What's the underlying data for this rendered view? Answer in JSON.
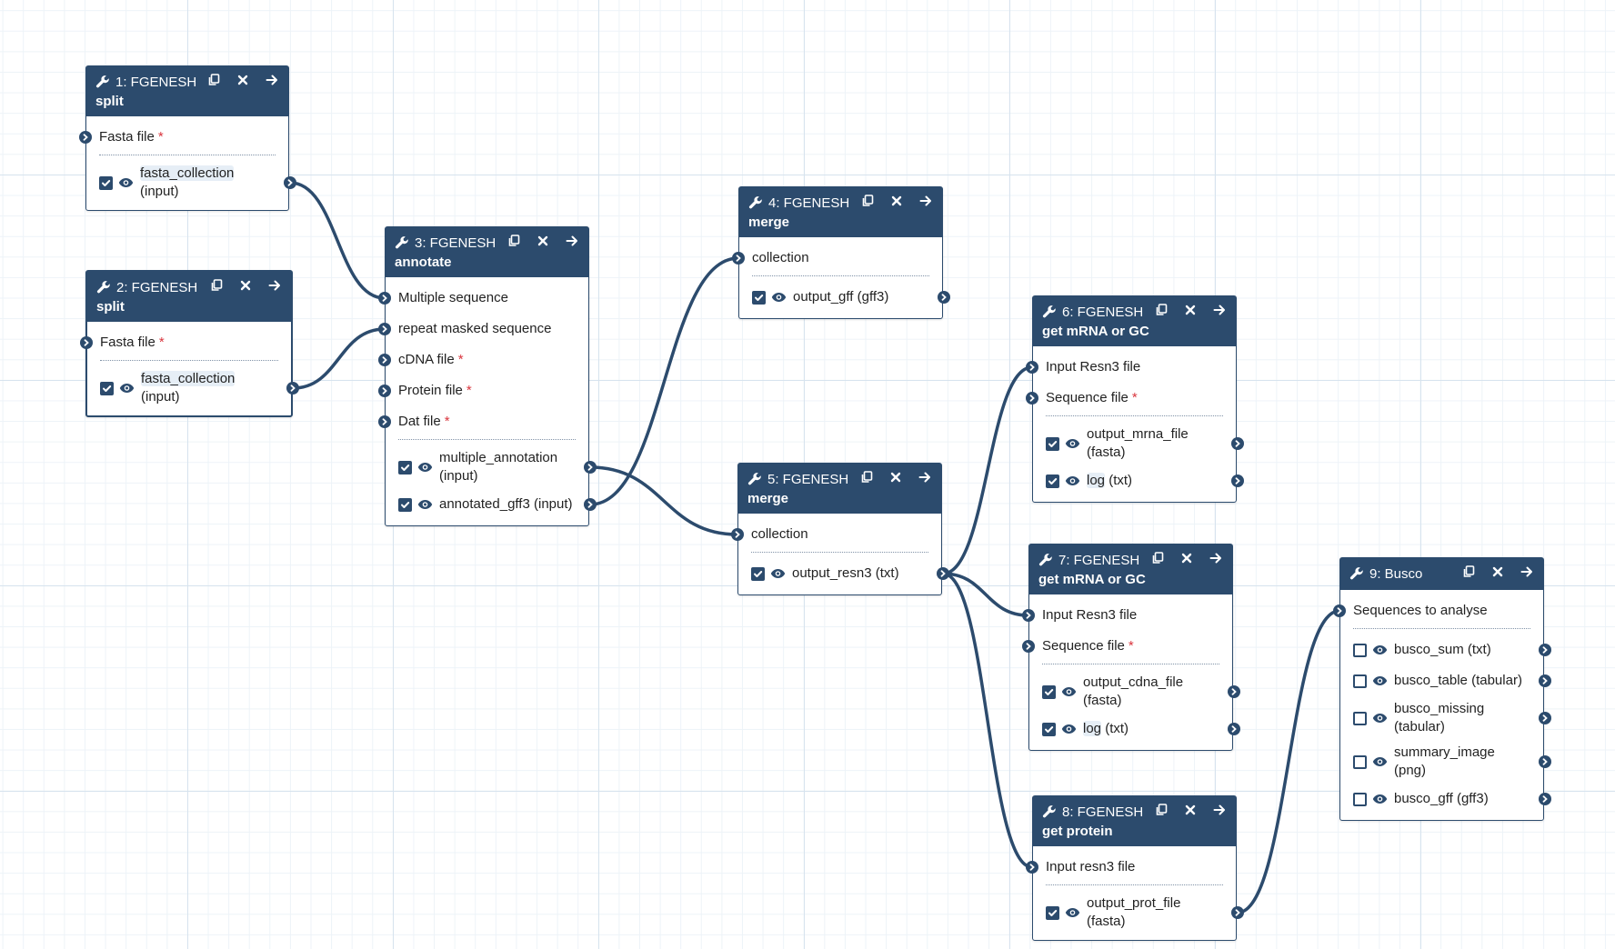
{
  "colors": {
    "node_header": "#2c4b6d",
    "wire": "#2c4b6d",
    "required": "#d9363e",
    "grid_major": "#d7e3ee",
    "grid_minor": "#edf3f8"
  },
  "nodes": [
    {
      "id": "n1",
      "title": "1: FGENESH",
      "subtitle": "split",
      "inputs": [
        {
          "label": "Fasta file",
          "required": true
        }
      ],
      "outputs": [
        {
          "name": "fasta_collection",
          "type": "(input)",
          "checked": true,
          "highlight": true,
          "two_line": true
        }
      ]
    },
    {
      "id": "n2",
      "title": "2: FGENESH",
      "subtitle": "split",
      "inputs": [
        {
          "label": "Fasta file",
          "required": true
        }
      ],
      "outputs": [
        {
          "name": "fasta_collection",
          "type": "(input)",
          "checked": true,
          "highlight": true,
          "two_line": true
        }
      ]
    },
    {
      "id": "n3",
      "title": "3: FGENESH",
      "subtitle": "annotate",
      "inputs": [
        {
          "label": "Multiple sequence",
          "required": false
        },
        {
          "label": "repeat masked sequence",
          "required": false
        },
        {
          "label": "cDNA file",
          "required": true
        },
        {
          "label": "Protein file",
          "required": true
        },
        {
          "label": "Dat file",
          "required": true
        }
      ],
      "outputs": [
        {
          "name": "multiple_annotation",
          "type": "(input)",
          "checked": true,
          "two_line": true
        },
        {
          "name": "annotated_gff3",
          "type": "(input)",
          "checked": true
        }
      ]
    },
    {
      "id": "n4",
      "title": "4: FGENESH",
      "subtitle": "merge",
      "inputs": [
        {
          "label": "collection",
          "required": false
        }
      ],
      "outputs": [
        {
          "name": "output_gff",
          "type": "(gff3)",
          "checked": true
        }
      ]
    },
    {
      "id": "n5",
      "title": "5: FGENESH",
      "subtitle": "merge",
      "inputs": [
        {
          "label": "collection",
          "required": false
        }
      ],
      "outputs": [
        {
          "name": "output_resn3",
          "type": "(txt)",
          "checked": true
        }
      ]
    },
    {
      "id": "n6",
      "title": "6: FGENESH",
      "subtitle": "get mRNA or GC",
      "inputs": [
        {
          "label": "Input Resn3 file",
          "required": false
        },
        {
          "label": "Sequence file",
          "required": true
        }
      ],
      "outputs": [
        {
          "name": "output_mrna_file",
          "type": "(fasta)",
          "checked": true,
          "two_line": true
        },
        {
          "name": "log",
          "type": "(txt)",
          "checked": true,
          "highlight": true
        }
      ]
    },
    {
      "id": "n7",
      "title": "7: FGENESH",
      "subtitle": "get mRNA or GC",
      "inputs": [
        {
          "label": "Input Resn3 file",
          "required": false
        },
        {
          "label": "Sequence file",
          "required": true
        }
      ],
      "outputs": [
        {
          "name": "output_cdna_file",
          "type": "(fasta)",
          "checked": true,
          "two_line": true
        },
        {
          "name": "log",
          "type": "(txt)",
          "checked": true,
          "highlight": true
        }
      ]
    },
    {
      "id": "n8",
      "title": "8: FGENESH",
      "subtitle": "get protein",
      "inputs": [
        {
          "label": "Input resn3 file",
          "required": false
        }
      ],
      "outputs": [
        {
          "name": "output_prot_file",
          "type": "(fasta)",
          "checked": true
        }
      ]
    },
    {
      "id": "n9",
      "title": "9: Busco",
      "subtitle": "",
      "inputs": [
        {
          "label": "Sequences to analyse",
          "required": false
        }
      ],
      "outputs": [
        {
          "name": "busco_sum",
          "type": "(txt)",
          "checked": false
        },
        {
          "name": "busco_table",
          "type": "(tabular)",
          "checked": false
        },
        {
          "name": "busco_missing",
          "type": "(tabular)",
          "checked": false,
          "two_line": true
        },
        {
          "name": "summary_image",
          "type": "(png)",
          "checked": false
        },
        {
          "name": "busco_gff",
          "type": "(gff3)",
          "checked": false
        }
      ]
    }
  ],
  "connections": [
    {
      "from": "n1",
      "output": 0,
      "to": "n3",
      "input": 0
    },
    {
      "from": "n2",
      "output": 0,
      "to": "n3",
      "input": 1
    },
    {
      "from": "n3",
      "output": 1,
      "to": "n4",
      "input": 0
    },
    {
      "from": "n3",
      "output": 0,
      "to": "n5",
      "input": 0
    },
    {
      "from": "n5",
      "output": 0,
      "to": "n6",
      "input": 0
    },
    {
      "from": "n5",
      "output": 0,
      "to": "n7",
      "input": 0
    },
    {
      "from": "n5",
      "output": 0,
      "to": "n8",
      "input": 0
    },
    {
      "from": "n8",
      "output": 0,
      "to": "n9",
      "input": 0
    }
  ]
}
